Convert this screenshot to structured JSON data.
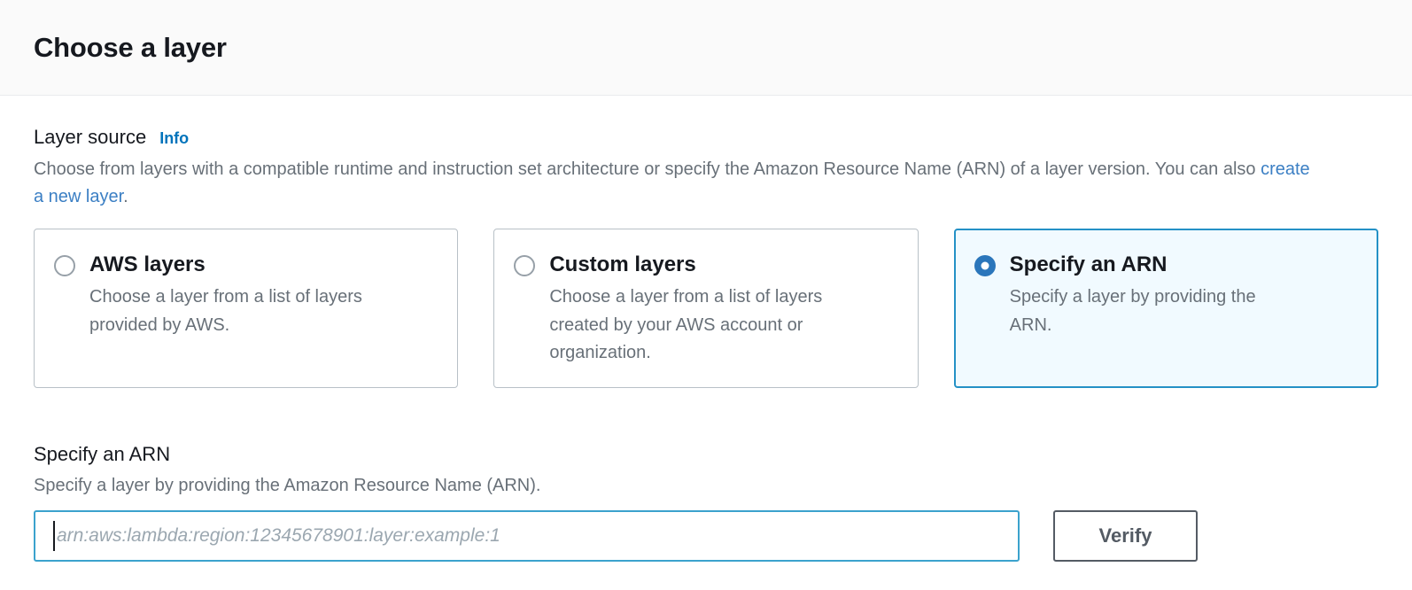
{
  "header": {
    "title": "Choose a layer"
  },
  "layer_source": {
    "label": "Layer source",
    "info_label": "Info",
    "description_part1": "Choose from layers with a compatible runtime and instruction set architecture or specify the Amazon Resource Name (ARN) of a layer version. You can also ",
    "description_link": "create a new layer",
    "description_part2": ".",
    "options": [
      {
        "label": "AWS layers",
        "description": "Choose a layer from a list of layers provided by AWS.",
        "selected": false
      },
      {
        "label": "Custom layers",
        "description": "Choose a layer from a list of layers created by your AWS account or organization.",
        "selected": false
      },
      {
        "label": "Specify an ARN",
        "description": "Specify a layer by providing the ARN.",
        "selected": true
      }
    ]
  },
  "arn_section": {
    "heading": "Specify an ARN",
    "description": "Specify a layer by providing the Amazon Resource Name (ARN).",
    "input_value": "",
    "input_placeholder": "arn:aws:lambda:region:12345678901:layer:example:1",
    "verify_label": "Verify"
  },
  "colors": {
    "link_blue": "#0073bb",
    "inline_link_blue": "#3b7fc4",
    "selected_tile_border": "#2491c6",
    "selected_tile_background": "#f1faff",
    "radio_selected_fill": "#2b76bb",
    "input_focus_border": "#3ba2cd",
    "button_border": "#545b64",
    "text_primary": "#16191f",
    "text_secondary": "#687078",
    "header_background": "#fafafa"
  }
}
